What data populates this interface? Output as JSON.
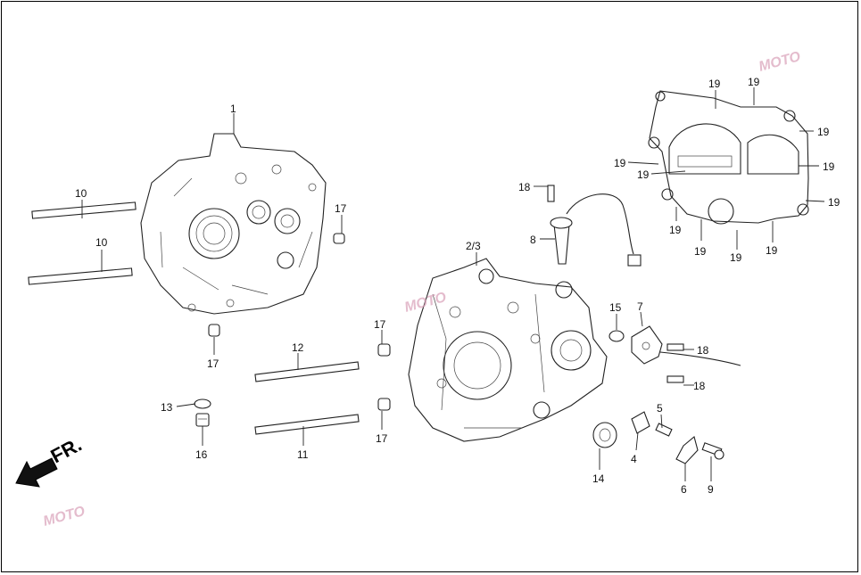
{
  "labels": {
    "l1": "1",
    "l23": "2/3",
    "l4": "4",
    "l5": "5",
    "l6": "6",
    "l7": "7",
    "l8": "8",
    "l9": "9",
    "l10a": "10",
    "l10b": "10",
    "l11": "11",
    "l12": "12",
    "l13": "13",
    "l14": "14",
    "l15": "15",
    "l16": "16",
    "l17a": "17",
    "l17b": "17",
    "l17c": "17",
    "l17d": "17",
    "l18a": "18",
    "l18b": "18",
    "l18c": "18",
    "l19a": "19",
    "l19b": "19",
    "l19c": "19",
    "l19d": "19",
    "l19e": "19",
    "l19f": "19",
    "l19g": "19",
    "l19h": "19",
    "l19i": "19",
    "l19j": "19",
    "l19k": "19"
  },
  "direction": {
    "text": "FR."
  },
  "watermark": {
    "text": "MOTO"
  }
}
